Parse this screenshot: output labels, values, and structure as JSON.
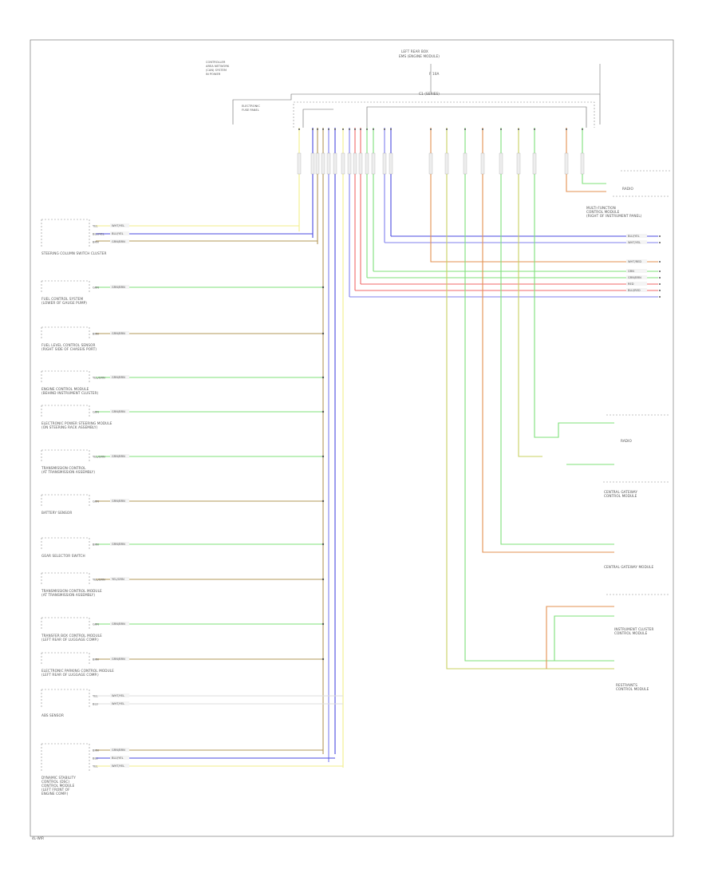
{
  "page": {
    "code": "4L-WIR"
  },
  "module": {
    "title_line1": "LEFT REAR BOX",
    "title_line2": "EMS (ENGINE MODULE)",
    "fuse_label": "F 10A",
    "connector": "C1 (SERIES)",
    "side_label_left": [
      "ELECTRONIC",
      "FUSE PANEL"
    ],
    "top_left_note": [
      "CONTROLLER",
      "AREA NETWORK",
      "(CAN) SYSTEM",
      "IN POWER"
    ]
  },
  "left_components": [
    {
      "name_lines": [
        "STEERING COLUMN SWITCH CLUSTER"
      ],
      "pins": [
        "YEL",
        "BLU/YEL",
        "BRN"
      ],
      "wires": [
        "WHT/YEL",
        "BLU/YEL",
        "GRN/BRN"
      ]
    },
    {
      "name_lines": [
        "FUEL CONTROL SYSTEM",
        "(LOWER OF GAUGE PUMP)"
      ],
      "pins": [
        "GRN"
      ],
      "wires": [
        "GRN/BRN"
      ]
    },
    {
      "name_lines": [
        "FUEL LEVEL CONTROL SENSOR",
        "(RIGHT SIDE OF CHASSIS PORT)"
      ],
      "pins": [
        "BRN"
      ],
      "wires": [
        "GRN/BRN"
      ]
    },
    {
      "name_lines": [
        "ENGINE CONTROL MODULE",
        "(BEHIND INSTRUMENT CLUSTER)"
      ],
      "pins": [
        "YEL/GRN"
      ],
      "wires": [
        "GRN/BRN"
      ]
    },
    {
      "name_lines": [
        "ELECTRONIC POWER STEERING MODULE",
        "(ON STEERING RACK ASSEMBLY)"
      ],
      "pins": [
        "GRN"
      ],
      "wires": [
        "GRN/BRN"
      ]
    },
    {
      "name_lines": [
        "TRANSMISSION CONTROL",
        "(AT TRANSMISSION ASSEMBLY)"
      ],
      "pins": [
        "YEL/GRN"
      ],
      "wires": [
        "GRN/BRN"
      ]
    },
    {
      "name_lines": [
        "BATTERY SENSOR"
      ],
      "pins": [
        "GRN"
      ],
      "wires": [
        "GRN/BRN"
      ]
    },
    {
      "name_lines": [
        "GEAR SELECTOR SWITCH"
      ],
      "pins": [
        "BRN"
      ],
      "wires": [
        "GRN/BRN"
      ]
    },
    {
      "name_lines": [
        "TRANSMISSION CONTROL MODULE",
        "(AT TRANSMISSION ASSEMBLY)"
      ],
      "pins": [
        "YEL/GRN"
      ],
      "wires": [
        "YEL/GRN"
      ]
    },
    {
      "name_lines": [
        "TRANSFER BOX CONTROL MODULE",
        "(LEFT REAR OF LUGGAGE COMP.)"
      ],
      "pins": [
        "GRN"
      ],
      "wires": [
        "GRN/BRN"
      ]
    },
    {
      "name_lines": [
        "ELECTRONIC PARKING CONTROL MODULE",
        "(LEFT REAR OF LUGGAGE COMP.)"
      ],
      "pins": [
        "BRN"
      ],
      "wires": [
        "GRN/BRN"
      ]
    },
    {
      "name_lines": [
        "ABS SENSOR"
      ],
      "pins": [
        "YEL",
        "BLU"
      ],
      "wires": [
        "WHT/YEL",
        "WHT/YEL"
      ]
    },
    {
      "name_lines": [
        "DYNAMIC STABILITY",
        "CONTROL (DSC)",
        "CONTROL MODULE",
        "(LEFT FRONT OF",
        "ENGINE COMP.)"
      ],
      "pins": [
        "BRN",
        "BLU",
        "YEL"
      ],
      "wires": [
        "GRN/BRN",
        "BLU/YEL",
        "WHT/YEL"
      ]
    }
  ],
  "right_components": [
    {
      "name_lines": [
        "RADIO"
      ],
      "wires": [
        "BRN",
        "GRN/BRN"
      ]
    },
    {
      "name_lines": [
        "MULTI-FUNCTION",
        "CONTROL MODULE",
        "(RIGHT OF INSTRUMENT PANEL)"
      ],
      "wires": [
        "BLU/YEL",
        "WHT/YEL",
        "WHT/RED",
        "GRN",
        "GRN/BRN",
        "RED",
        "BLU/RED"
      ]
    },
    {
      "name_lines": [
        "RADIO"
      ],
      "wires": [
        "GRN",
        "BLU"
      ]
    },
    {
      "name_lines": [
        "CENTRAL GATEWAY",
        "CONTROL MODULE"
      ],
      "wires": [
        "GRN",
        "GRN"
      ]
    },
    {
      "name_lines": [
        "CENTRAL GATEWAY MODULE"
      ],
      "wires": [
        "GRN",
        "GRN/BRN"
      ]
    },
    {
      "name_lines": [
        "INSTRUMENT CLUSTER",
        "CONTROL MODULE"
      ],
      "wires": [
        "GRN/BRN",
        "GRN",
        "GRN"
      ]
    },
    {
      "name_lines": [
        "RESTRAINTS",
        "CONTROL MODULE"
      ],
      "wires": [
        "GRN",
        "GRN/BRN"
      ]
    }
  ],
  "colors": {
    "yellow": "#f2ee8a",
    "blue": "#4a4ae0",
    "brown": "#b39859",
    "green": "#7fe07a",
    "red": "#f06a6a",
    "orange": "#e39050",
    "light_blue": "#8080ee",
    "olive": "#c8d060"
  }
}
